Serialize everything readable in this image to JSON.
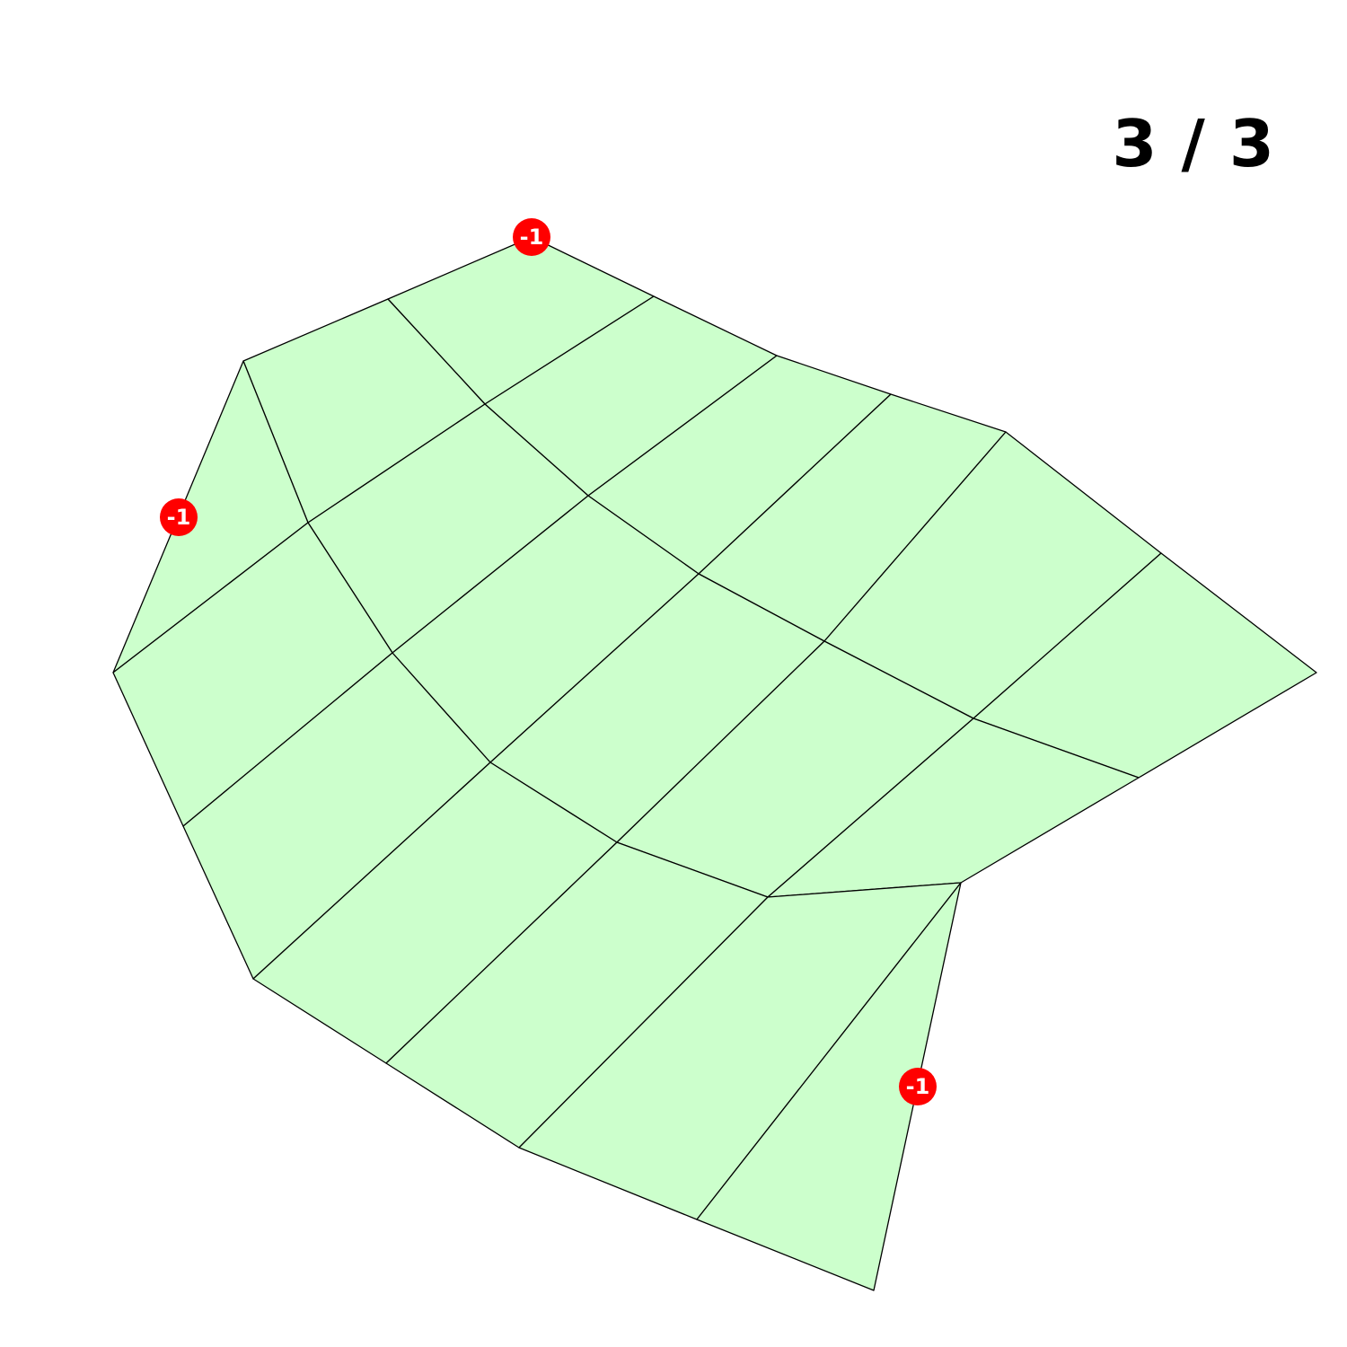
{
  "page": {
    "counter": "3 / 3"
  },
  "mesh": {
    "fill_color": "#ccffcc",
    "edge_color": "#000000",
    "badge_color": "#ff0000",
    "badge_text_color": "#ffffff"
  },
  "badges": [
    {
      "label": "-1"
    },
    {
      "label": "-1"
    },
    {
      "label": "-1"
    }
  ]
}
